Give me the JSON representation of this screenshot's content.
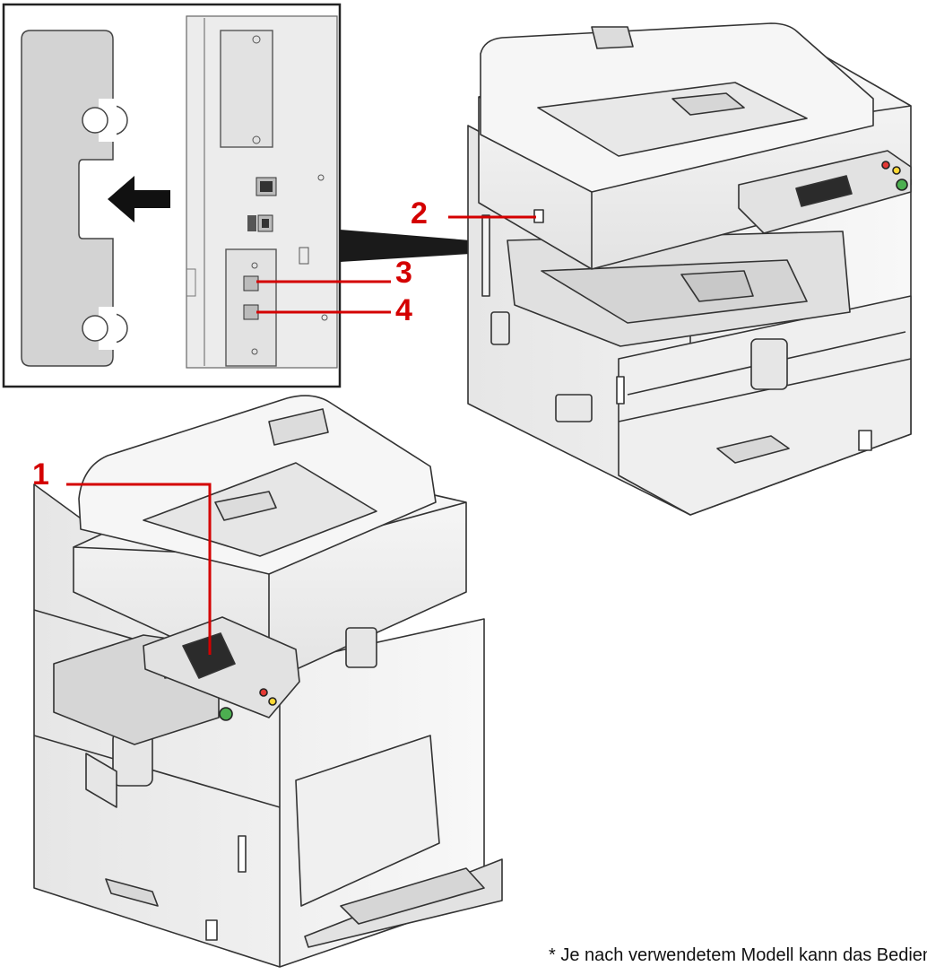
{
  "callouts": {
    "c1": "1",
    "c2": "2",
    "c3": "3",
    "c4": "4"
  },
  "footnote": "* Je nach verwendetem Modell kann das Bedienfeld",
  "colors": {
    "callout": "#d40000",
    "outline": "#333333",
    "body": "#f2f2f2",
    "panel": "#d9d9d9",
    "screen": "#2b2b2b"
  }
}
